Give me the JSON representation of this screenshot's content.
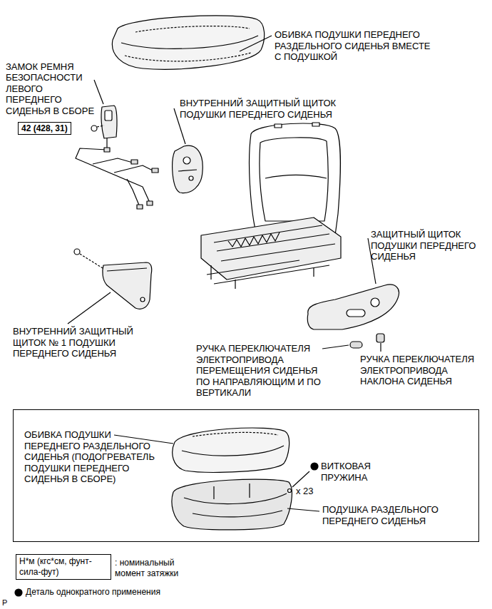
{
  "diagram": {
    "nodes": [
      {
        "text": [
          "42 (428, 31)"
        ]
      },
      {
        "text": [
          "ОБИВКА ПОДУШКИ ПЕРЕДНЕГО РАЗДЕЛЬНОГО СИДЕНЬЯ (ПОДОГРЕВАТЕЛЬ ПОДУШКИ ПЕРЕДНЕГО СИДЕНЬЯ В СБОРЕ)",
          "ВИТКОВАЯ ПРУЖИНА",
          "x 23",
          "ПОДУШКА РАЗДЕЛЬНОГО ПЕРЕДНЕГО СИДЕНЬЯ"
        ]
      },
      {
        "text": [
          "Н*м (кгс*см, фунт-сила-фут)"
        ]
      }
    ],
    "edges": [],
    "labels": [
      "ОБИВКА ПОДУШКИ ПЕРЕДНЕГО РАЗДЕЛЬНОГО СИДЕНЬЯ ВМЕСТЕ С ПОДУШКОЙ",
      "ЗАМОК РЕМНЯ БЕЗОПАСНОСТИ ЛЕВОГО ПЕРЕДНЕГО СИДЕНЬЯ В СБОРЕ",
      "ВНУТРЕННИЙ ЗАЩИТНЫЙ ЩИТОК ПОДУШКИ ПЕРЕДНЕГО СИДЕНЬЯ",
      "ЗАЩИТНЫЙ ЩИТОК ПОДУШКИ ПЕРЕДНЕГО СИДЕНЬЯ",
      "ВНУТРЕННИЙ ЗАЩИТНЫЙ ЩИТОК № 1 ПОДУШКИ ПЕРЕДНЕГО СИДЕНЬЯ",
      "РУЧКА ПЕРЕКЛЮЧАТЕЛЯ ЭЛЕКТРОПРИВОДА ПЕРЕМЕЩЕНИЯ СИДЕНЬЯ ПО НАПРАВЛЯЮЩИМ И ПО ВЕРТИКАЛИ",
      "РУЧКА ПЕРЕКЛЮЧАТЕЛЯ ЭЛЕКТРОПРИВОДА НАКЛОНА СИДЕНЬЯ",
      ": номинальный момент затяжки",
      "P"
    ],
    "legend": [
      {
        "text": "Деталь однократного применения"
      }
    ]
  }
}
